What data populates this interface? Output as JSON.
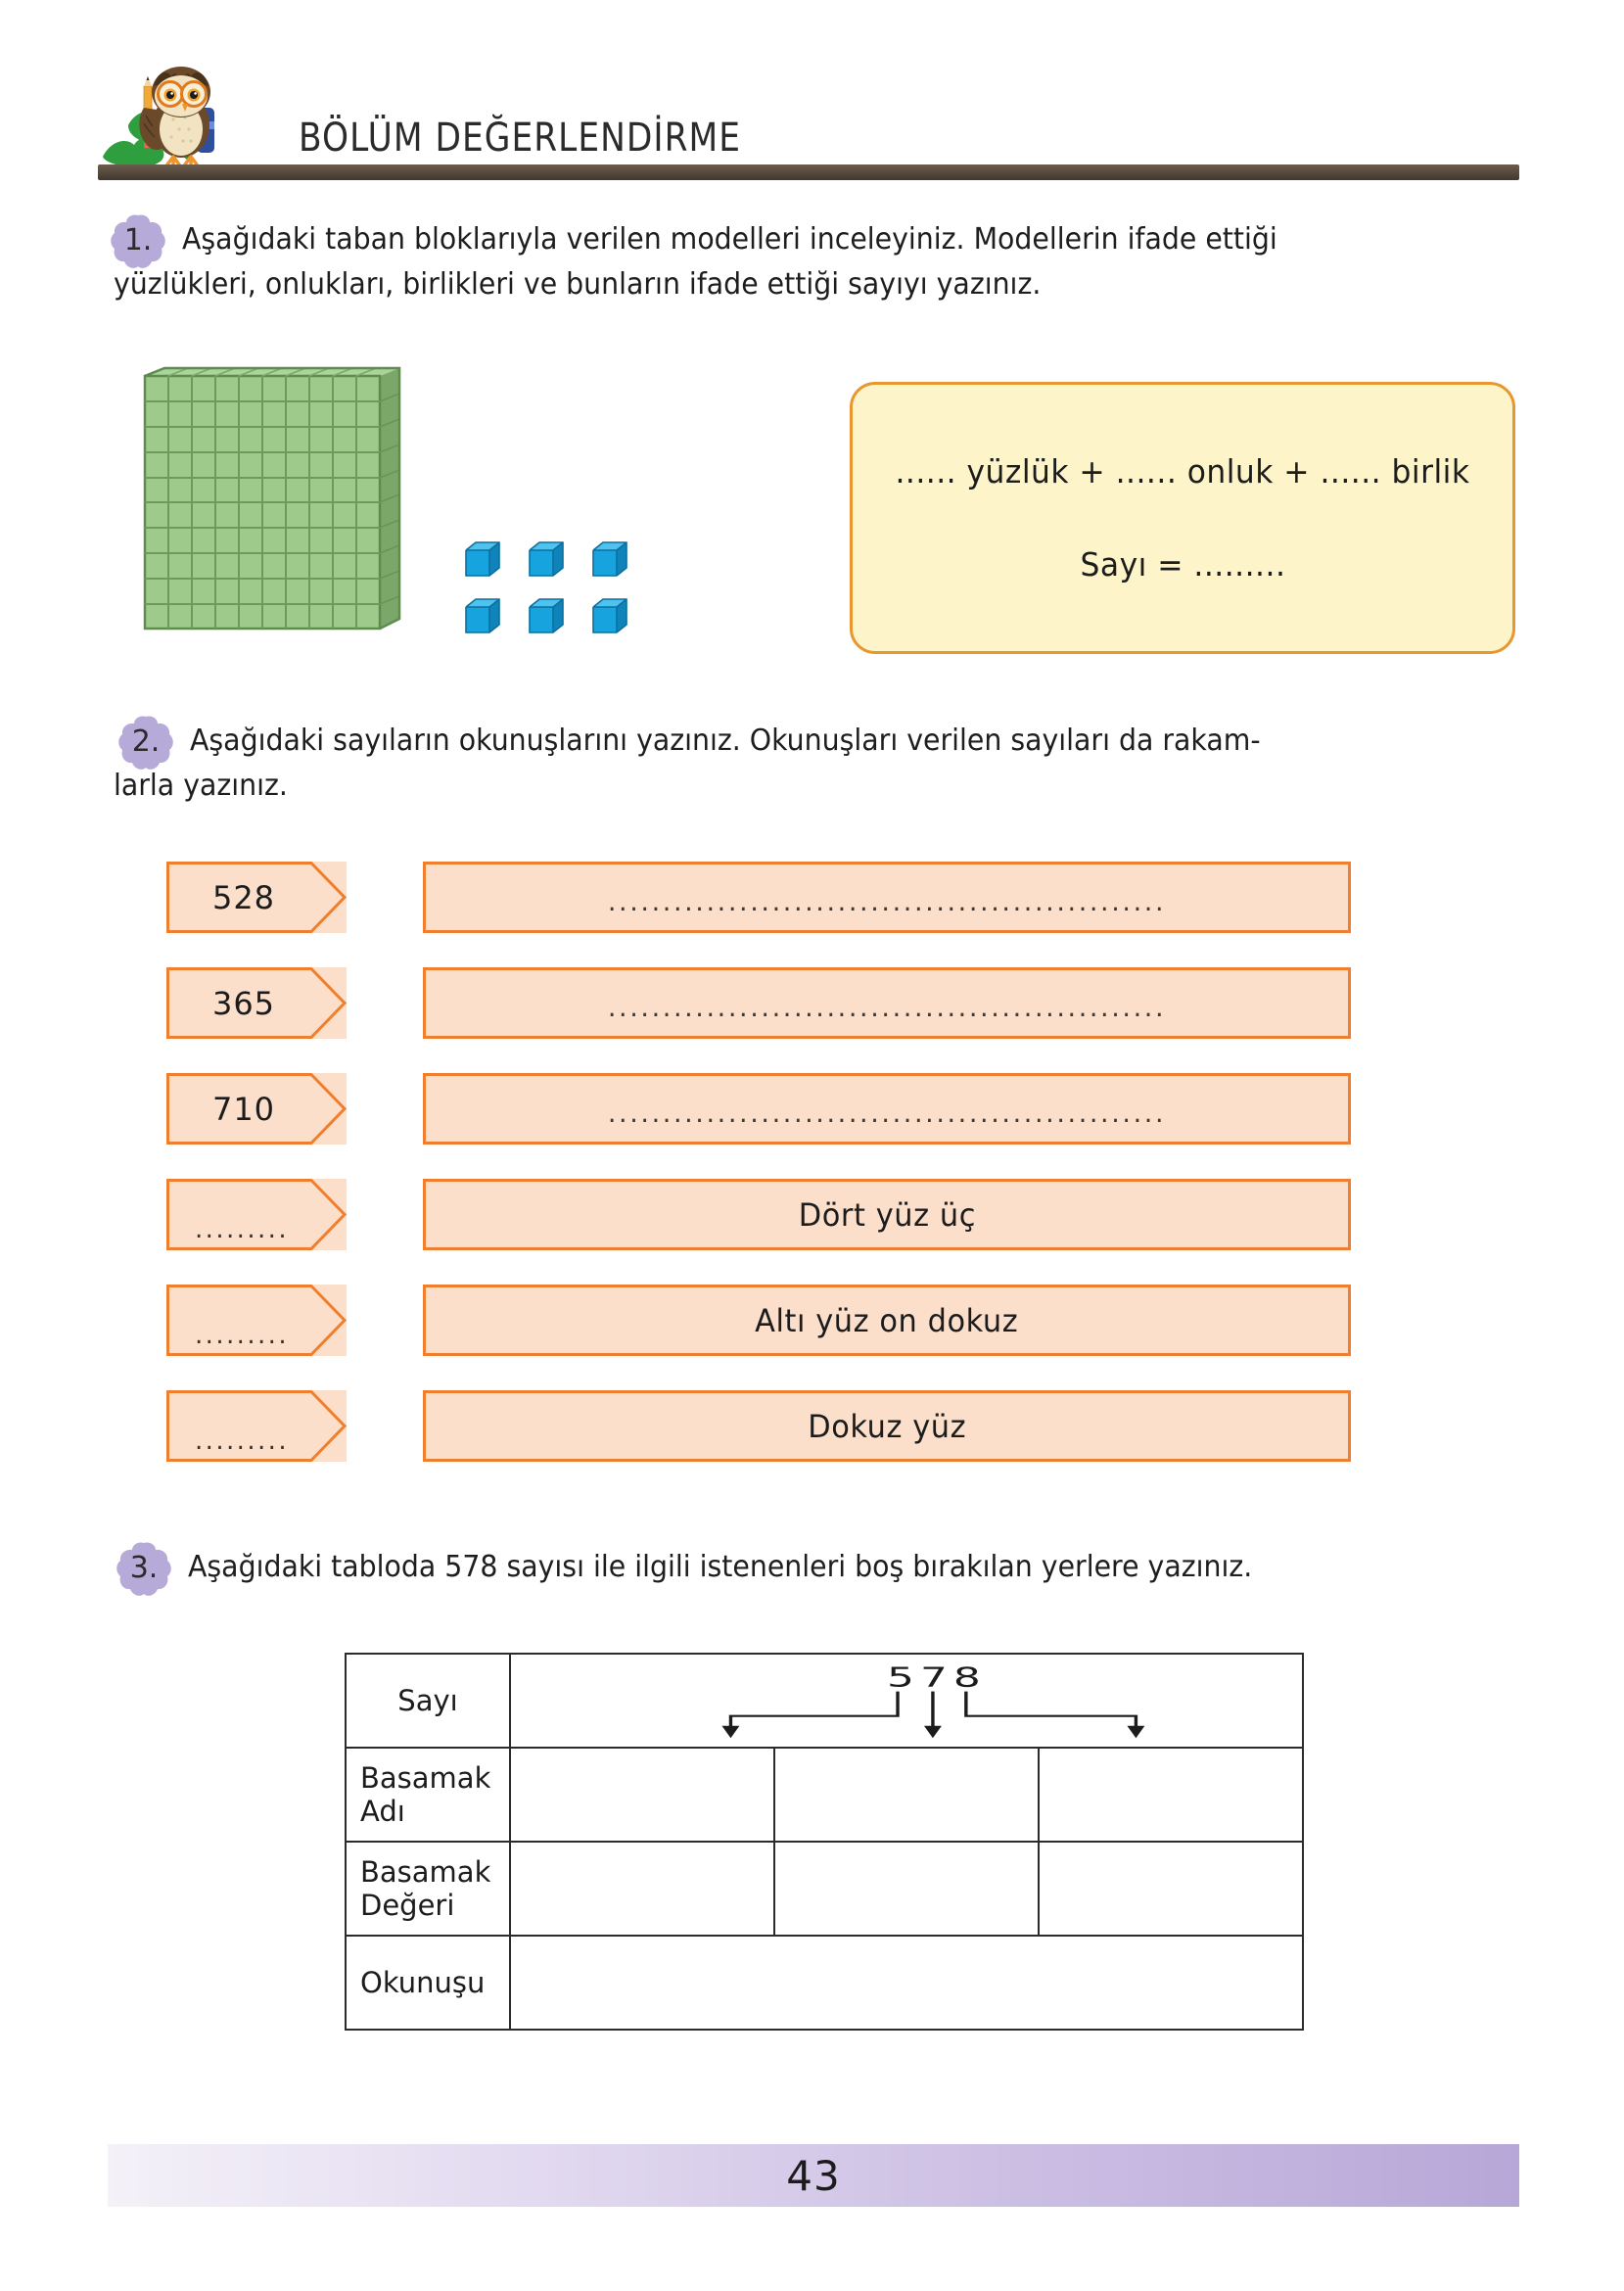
{
  "header": {
    "title": "BÖLÜM DEĞERLENDİRME",
    "mascot": "owl-with-pencil"
  },
  "questions": [
    {
      "number": "1.",
      "text_line1": "Aşağıdaki taban bloklarıyla verilen modelleri inceleyiniz. Modellerin ifade ettiği",
      "text_line2": "yüzlükleri, onlukları, birlikleri ve bunların ifade ettiği sayıyı yazınız."
    },
    {
      "number": "2.",
      "text_line1": "Aşağıdaki sayıların okunuşlarını yazınız. Okunuşları verilen sayıları da rakam-",
      "text_line2": "larla yazınız."
    },
    {
      "number": "3.",
      "text_line1": "Aşağıdaki tabloda 578 sayısı ile ilgili istenenleri boş bırakılan yerlere yazınız.",
      "text_line2": ""
    }
  ],
  "q1": {
    "model": {
      "hundreds_flat_count": 1,
      "hundreds_flat_grid": "10x10",
      "unit_cubes_count": 6,
      "flat_color": "#97c588",
      "cube_color": "#17a3de"
    },
    "answer_box": {
      "line1": "...... yüzlük + ...... onluk + ...... birlik",
      "line2": "Sayı = .........",
      "fill_color": "#fdf5c9",
      "border_color": "#e8962e"
    }
  },
  "q2": {
    "accent_border": "#ef7f2e",
    "accent_fill": "#fbdfcb",
    "rows": [
      {
        "tag": "528",
        "tag_is_blank": false,
        "answer": "",
        "answer_is_blank": true,
        "dots": "..................................................."
      },
      {
        "tag": "365",
        "tag_is_blank": false,
        "answer": "",
        "answer_is_blank": true,
        "dots": "..................................................."
      },
      {
        "tag": "710",
        "tag_is_blank": false,
        "answer": "",
        "answer_is_blank": true,
        "dots": "..................................................."
      },
      {
        "tag": ".........",
        "tag_is_blank": true,
        "answer": "Dört yüz üç",
        "answer_is_blank": false,
        "dots": ""
      },
      {
        "tag": ".........",
        "tag_is_blank": true,
        "answer": "Altı yüz on dokuz",
        "answer_is_blank": false,
        "dots": ""
      },
      {
        "tag": ".........",
        "tag_is_blank": true,
        "answer": "Dokuz yüz",
        "answer_is_blank": false,
        "dots": ""
      }
    ]
  },
  "q3": {
    "header_fill": "#bde2f5",
    "number": "578",
    "digits": [
      "5",
      "7",
      "8"
    ],
    "rows": [
      {
        "label": "Sayı",
        "cells": [
          "",
          "",
          ""
        ],
        "merged": true
      },
      {
        "label": "Basamak Adı",
        "cells": [
          "",
          "",
          ""
        ],
        "merged": false
      },
      {
        "label_line1": "Basamak",
        "label_line2": "Değeri",
        "label": "Basamak Değeri",
        "cells": [
          "",
          "",
          ""
        ],
        "merged": false
      },
      {
        "label": "Okunuşu",
        "cells": [
          ""
        ],
        "merged": true
      }
    ]
  },
  "footer": {
    "page_number": "43"
  }
}
